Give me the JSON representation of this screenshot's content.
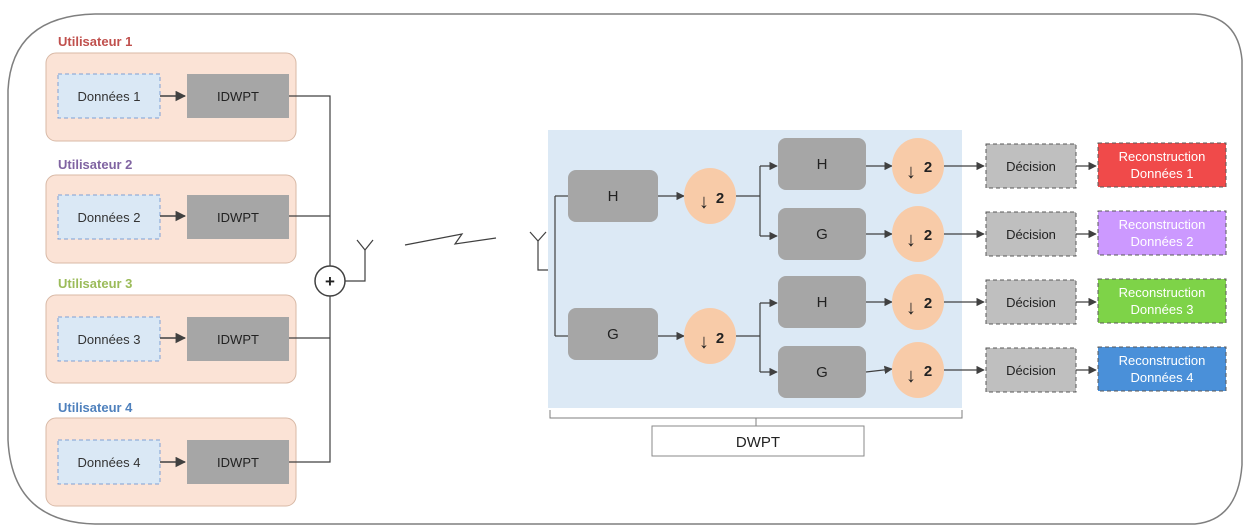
{
  "users": [
    {
      "title": "Utilisateur 1",
      "color": "#c0504d",
      "data_label": "Données 1",
      "block_label": "IDWPT"
    },
    {
      "title": "Utilisateur 2",
      "color": "#8064a2",
      "data_label": "Données 2",
      "block_label": "IDWPT"
    },
    {
      "title": "Utilisateur 3",
      "color": "#9bbb59",
      "data_label": "Données 3",
      "block_label": "IDWPT"
    },
    {
      "title": "Utilisateur 4",
      "color": "#4f81bd",
      "data_label": "Données 4",
      "block_label": "IDWPT"
    }
  ],
  "sum_symbol": "+",
  "filters": {
    "h": "H",
    "g": "G"
  },
  "downsample": {
    "arrow": "↓",
    "factor": "2"
  },
  "dwpt_label": "DWPT",
  "decision_label": "Décision",
  "outputs": [
    {
      "line1": "Reconstruction",
      "line2": "Données 1",
      "color": "#f04a4a"
    },
    {
      "line1": "Reconstruction",
      "line2": "Données 2",
      "color": "#cc99ff"
    },
    {
      "line1": "Reconstruction",
      "line2": "Données 3",
      "color": "#7ed348"
    },
    {
      "line1": "Reconstruction",
      "line2": "Données 4",
      "color": "#4a90d9"
    }
  ],
  "colors": {
    "user_panel": "#fbe3d6",
    "user_panel_border": "#d8b9a6",
    "data_box": "#dae8f5",
    "data_box_border": "#7f9fd4",
    "block_gray": "#a6a6a6",
    "dwpt_bg": "#dce9f5",
    "downsample": "#f8cba8",
    "decision": "#bfbfbf",
    "line": "#404040"
  }
}
